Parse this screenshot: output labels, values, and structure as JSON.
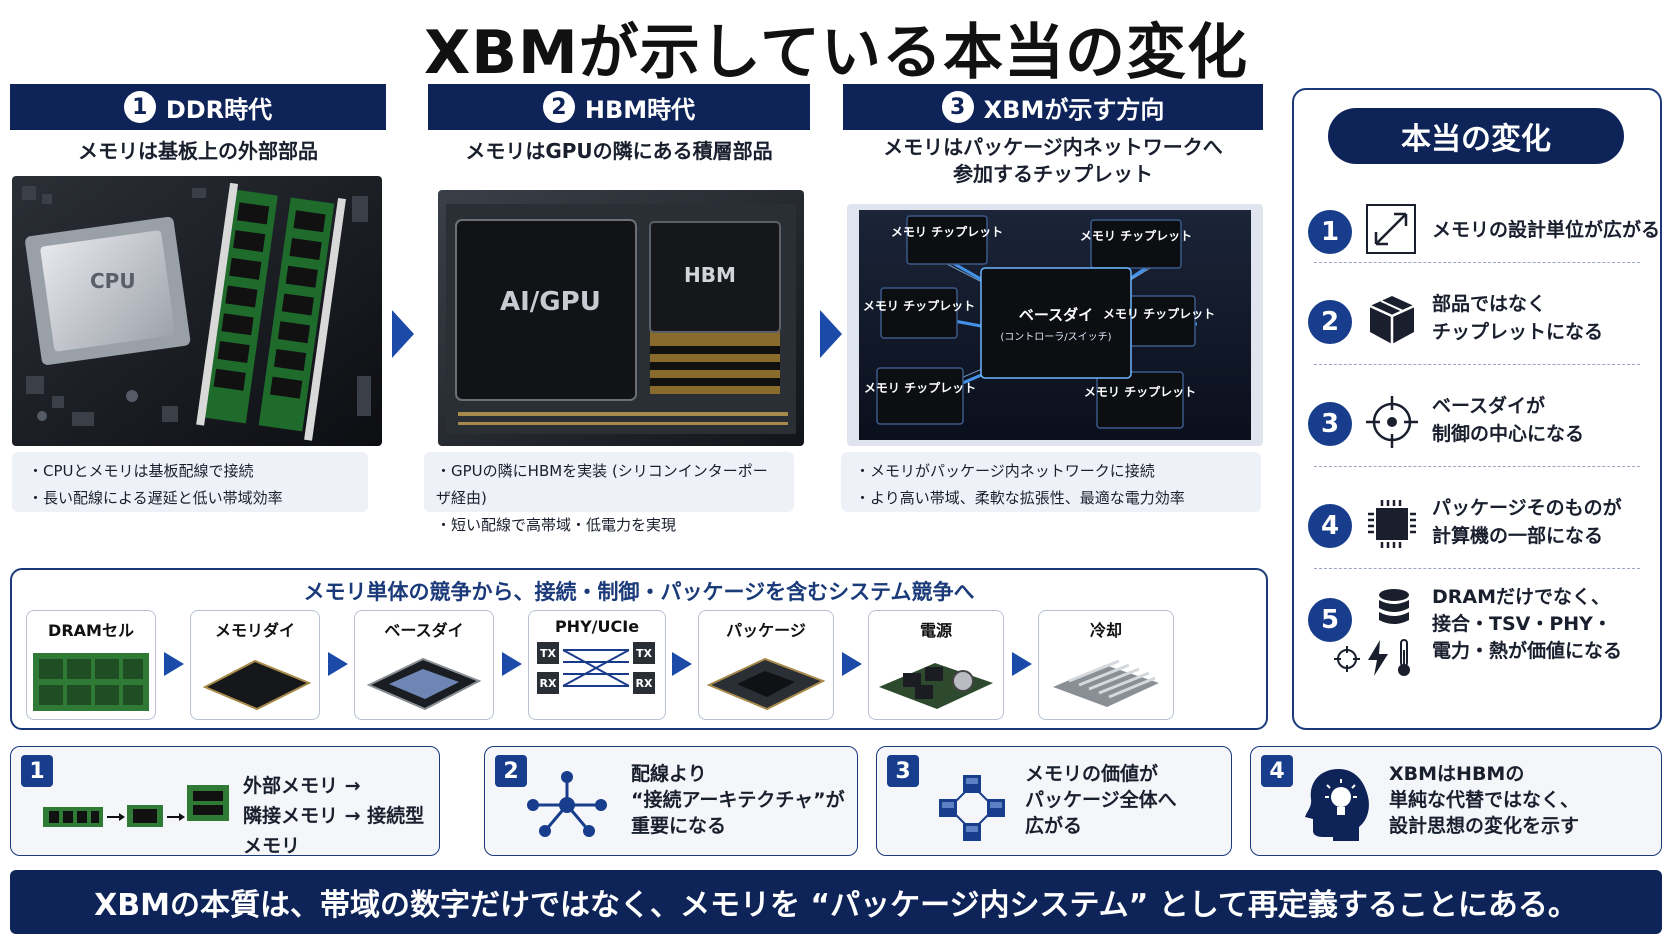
{
  "title": "XBMが示している本当の変化",
  "eras": [
    {
      "num": "1",
      "name": "DDR時代",
      "subtitle": [
        "メモリは基板上の外部部品"
      ],
      "image_labels": [
        "CPU"
      ],
      "bullets": [
        "CPUとメモリは基板配線で接続",
        "長い配線による遅延と低い帯域効率"
      ]
    },
    {
      "num": "2",
      "name": "HBM時代",
      "subtitle": [
        "メモリはGPUの隣にある積層部品"
      ],
      "image_labels": [
        "AI/GPU",
        "HBM"
      ],
      "bullets": [
        "GPUの隣にHBMを実装 (シリコンインターポーザ経由)",
        "短い配線で高帯域・低電力を実現"
      ]
    },
    {
      "num": "3",
      "name": "XBMが示す方向",
      "subtitle": [
        "メモリはパッケージ内ネットワークへ",
        "参加するチップレット"
      ],
      "image_labels": [
        "メモリ チップレット",
        "ベースダイ",
        "(コントローラ/スイッチ)"
      ],
      "bullets": [
        "メモリがパッケージ内ネットワークに接続",
        "より高い帯域、柔軟な拡張性、最適な電力効率"
      ]
    }
  ],
  "right_panel": {
    "title": "本当の変化",
    "items": [
      {
        "num": "1",
        "icon": "expand-icon",
        "lines": [
          "メモリの設計単位が広がる"
        ]
      },
      {
        "num": "2",
        "icon": "cube-icon",
        "lines": [
          "部品ではなく",
          "チップレットになる"
        ]
      },
      {
        "num": "3",
        "icon": "crosshair-icon",
        "lines": [
          "ベースダイが",
          "制御の中心になる"
        ]
      },
      {
        "num": "4",
        "icon": "chip-icon",
        "lines": [
          "パッケージそのものが",
          "計算機の一部になる"
        ]
      },
      {
        "num": "5",
        "icon": "database-icon",
        "lines": [
          "DRAMだけでなく、",
          "接合・TSV・PHY・",
          "電力・熱が価値になる"
        ]
      }
    ]
  },
  "competition": {
    "title": "メモリ単体の競争から、接続・制御・パッケージを含むシステム競争へ",
    "steps": [
      "DRAMセル",
      "メモリダイ",
      "ベースダイ",
      "PHY/UCIe",
      "パッケージ",
      "電源",
      "冷却"
    ],
    "phy_labels": [
      "TX",
      "RX"
    ]
  },
  "bottom_cards": [
    {
      "num": "1",
      "icon": "memory-modules-icon",
      "lines": [
        "外部メモリ →",
        "隣接メモリ → 接続型メモリ"
      ]
    },
    {
      "num": "2",
      "icon": "network-icon",
      "lines": [
        "配線より",
        "“接続アーキテクチャ”が",
        "重要になる"
      ]
    },
    {
      "num": "3",
      "icon": "cubes-network-icon",
      "lines": [
        "メモリの価値が",
        "パッケージ全体へ",
        "広がる"
      ]
    },
    {
      "num": "4",
      "icon": "head-lightbulb-icon",
      "lines": [
        "XBMはHBMの",
        "単純な代替ではなく、",
        "設計思想の変化を示す"
      ]
    }
  ],
  "banner": "XBMの本質は、帯域の数字だけではなく、メモリを “パッケージ内システム” として再定義することにある。",
  "colors": {
    "navy": "#0e2458",
    "accent": "#1b4aa8",
    "panel_border": "#1b3a7a"
  }
}
